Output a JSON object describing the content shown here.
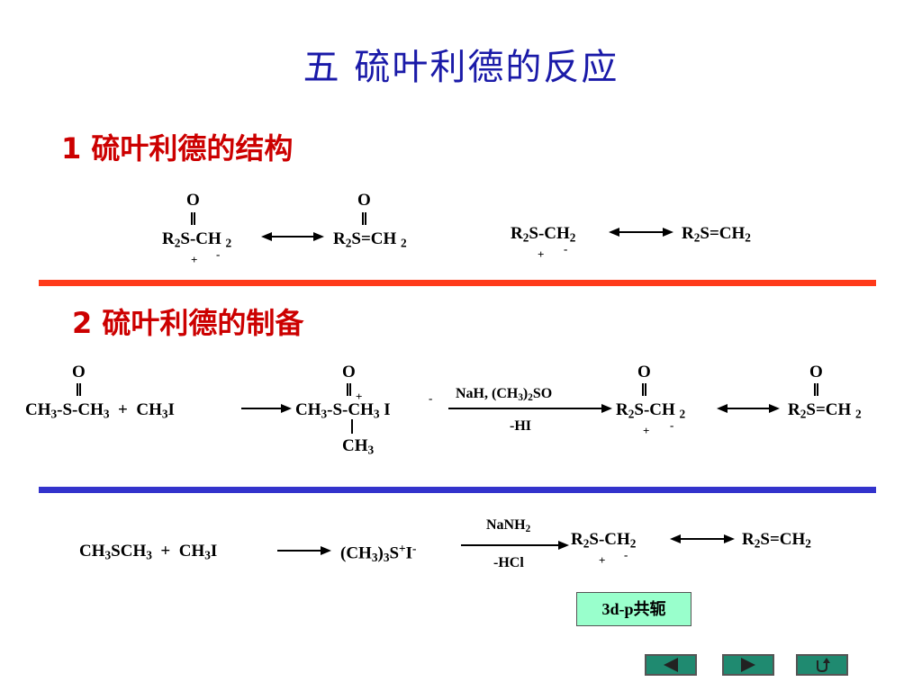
{
  "title": "五  硫叶利德的反应",
  "section1": "1 硫叶利德的结构",
  "section2": "2 硫叶利德的制备",
  "badge": "3d-p共轭",
  "colors": {
    "title": "#1a1aa8",
    "section": "#cc0000",
    "red_rule": "#ff3a1a",
    "blue_rule": "#3333cc",
    "badge": "#99ffcc",
    "nav": "#1f8a70"
  },
  "nav": {
    "prev_icon": "triangle-left-icon",
    "next_icon": "triangle-right-icon",
    "return_icon": "return-arrow-icon"
  }
}
